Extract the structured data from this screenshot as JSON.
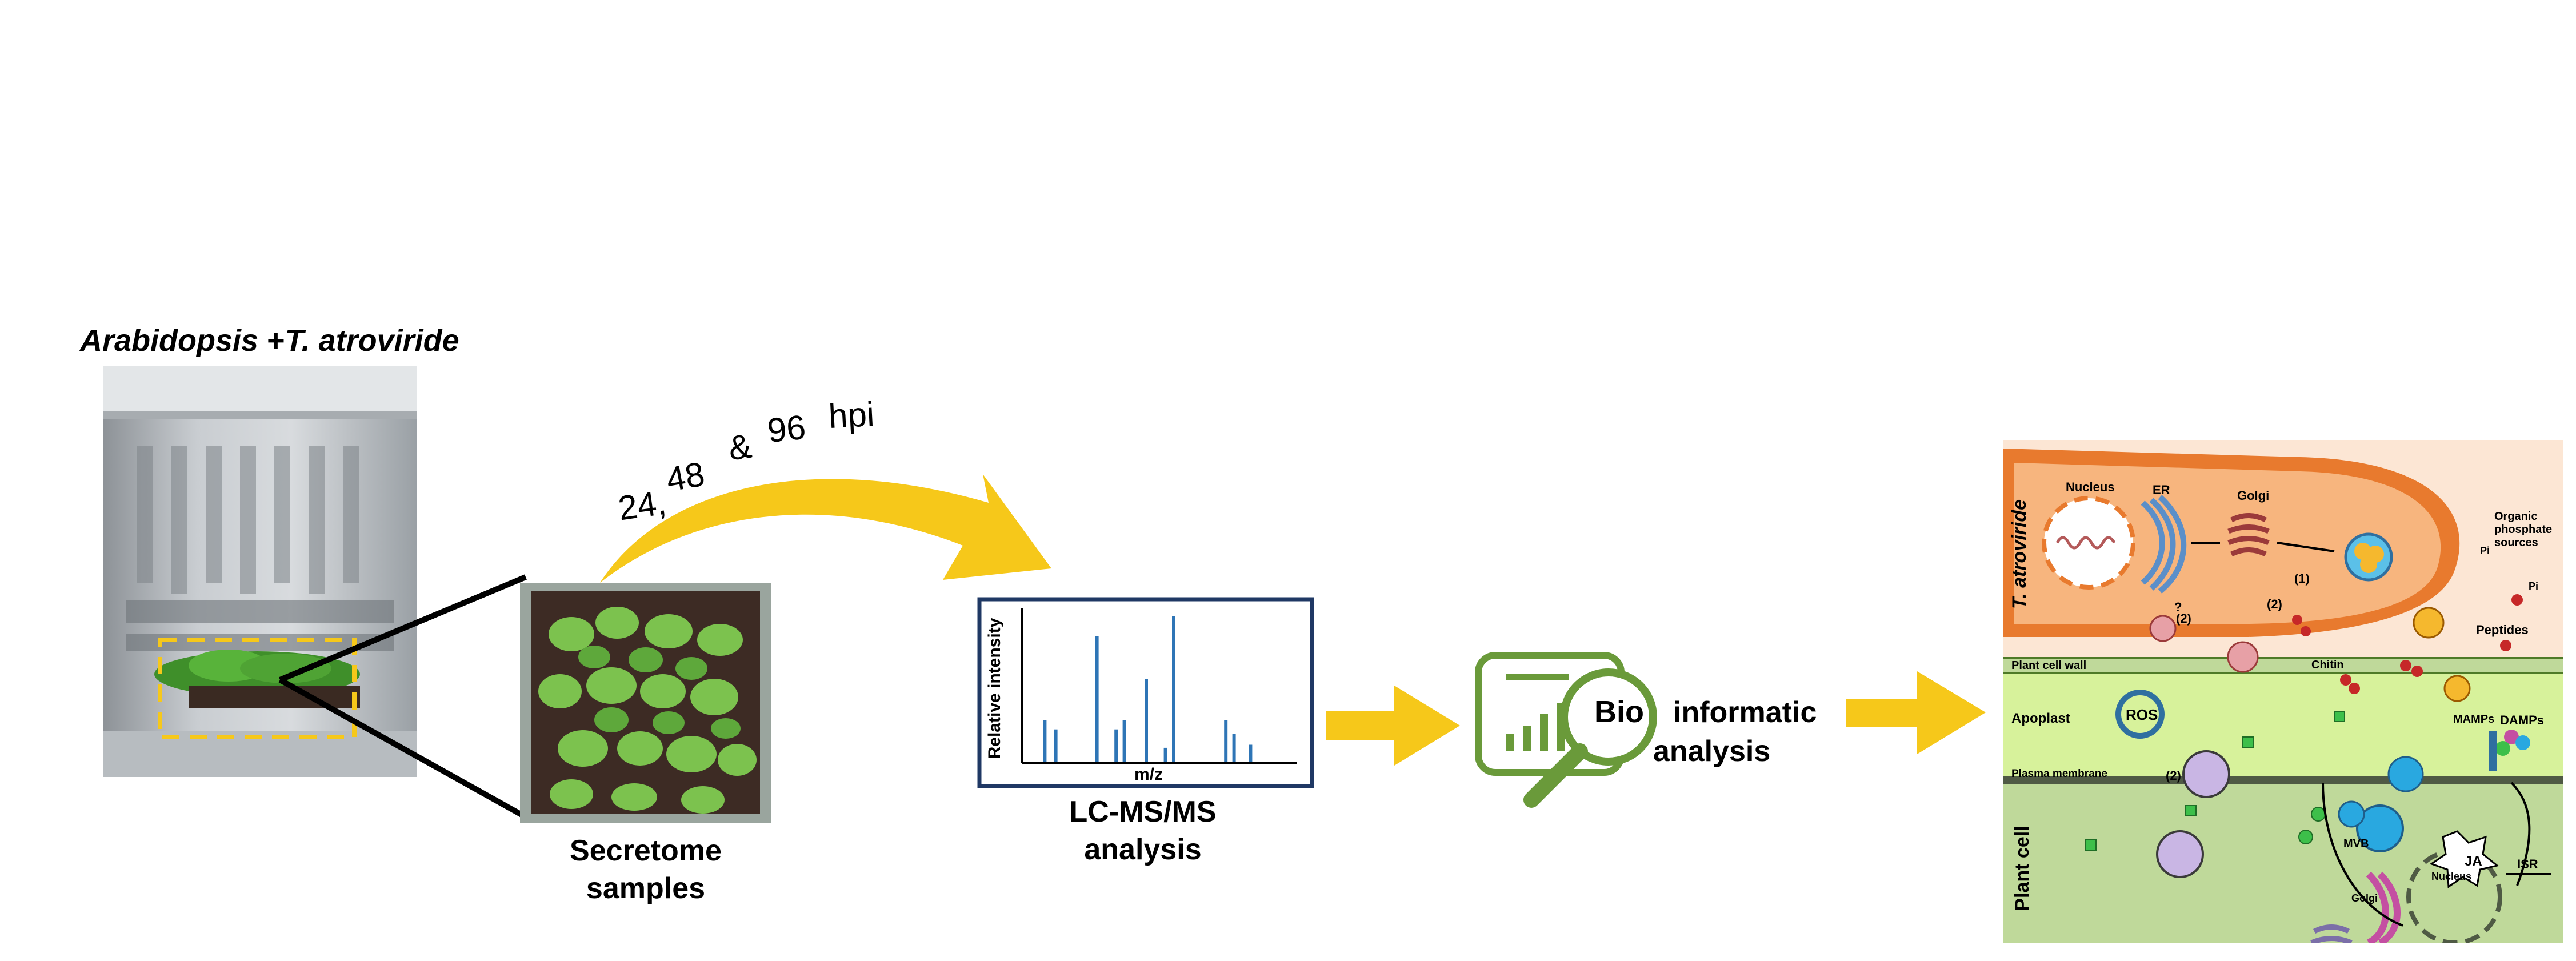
{
  "panel1": {
    "title_italic1": "Arabidopsis",
    "plus": "+",
    "title_italic2": "T. atroviride"
  },
  "arrow_labels": {
    "t24": "24,",
    "t48": "48",
    "amp": "&",
    "t96": "96",
    "unit": "hpi"
  },
  "secretome": {
    "line1": "Secretome",
    "line2": "samples"
  },
  "spectrum": {
    "ylabel": "Relative intensity",
    "xlabel": "m/z",
    "caption_line1": "LC-MS/MS",
    "caption_line2": "analysis"
  },
  "chart_data": {
    "type": "bar",
    "title": "",
    "xlabel": "m/z",
    "ylabel": "Relative intensity",
    "values": [
      0.27,
      0.21,
      0.82,
      0.21,
      0.27,
      0.54,
      0.09,
      0.95,
      0.27,
      0.18,
      0.11
    ],
    "positions": [
      0.08,
      0.12,
      0.27,
      0.34,
      0.37,
      0.45,
      0.52,
      0.55,
      0.74,
      0.77,
      0.83
    ]
  },
  "bioinfo": {
    "bio": "Bio",
    "informatic": "informatic",
    "analysis": "analysis",
    "icon": "magnifier-chart-icon"
  },
  "model": {
    "fungus": "T. atroviride",
    "nucleus_top": "Nucleus",
    "er": "ER",
    "golgi_top": "Golgi",
    "step1": "(1)",
    "step2a": "(2)",
    "step2b": "(2)",
    "question": "?",
    "organic1": "Organic",
    "organic2": "phosphate",
    "organic3": "sources",
    "pi1": "Pi",
    "pi2": "Pi",
    "peptides": "Peptides",
    "plant_cell_wall": "Plant cell wall",
    "chitin": "Chitin",
    "apoplast": "Apoplast",
    "ros": "ROS",
    "mamps": "MAMPs",
    "damps": "DAMPs",
    "plasma_membrane": "Plasma membrane",
    "step2c": "(2)",
    "mvb": "MVB",
    "golgi_bottom": "Golgi",
    "nucleus_bottom": "Nucleus",
    "ja": "JA",
    "isr": "ISR",
    "plant_cell": "Plant cell"
  },
  "colors": {
    "arrow_yellow": "#F6C81A",
    "spectrum_blue": "#2E75B6",
    "frame_navy": "#1F3864",
    "bio_green": "#6A9A3A",
    "hypha_orange": "#E87A2E",
    "apoplast_green": "#D7F29B",
    "plant_green": "#BFD99A"
  }
}
